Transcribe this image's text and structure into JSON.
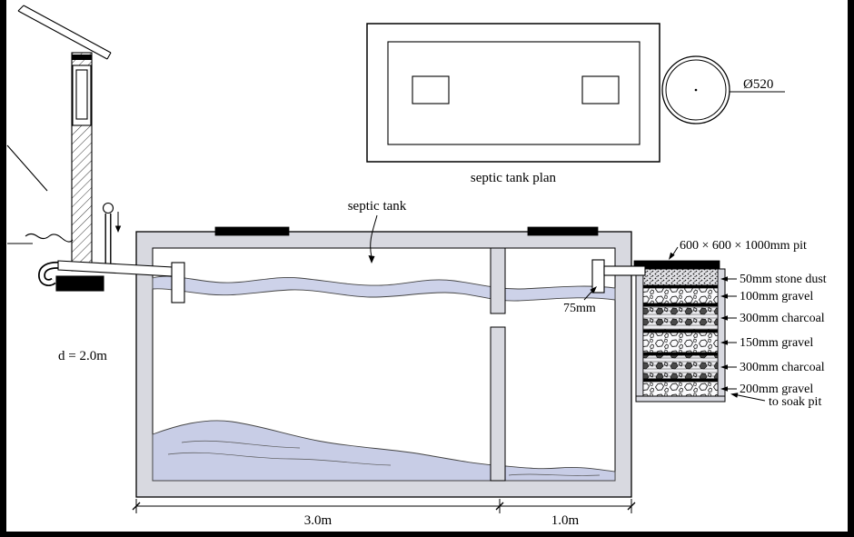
{
  "colors": {
    "paper": "#ffffff",
    "ink": "#000000",
    "wall_fill": "#d8d9e0",
    "water": "#cdd2e9",
    "sludge": "#c8cde6",
    "cover": "#000000"
  },
  "plan": {
    "title": "septic tank plan",
    "manhole_diameter": "Ø520"
  },
  "section": {
    "tank_label": "septic tank",
    "outlet_pipe_size": "75mm",
    "depth": "d = 2.0m",
    "main_chamber_length": "3.0m",
    "outlet_chamber_length": "1.0m"
  },
  "filter_pit": {
    "title": "600 × 600 × 1000mm pit",
    "layers": [
      "50mm stone dust",
      "100mm gravel",
      "300mm charcoal",
      "150mm gravel",
      "300mm charcoal",
      "200mm gravel"
    ],
    "outflow": "to soak pit"
  }
}
